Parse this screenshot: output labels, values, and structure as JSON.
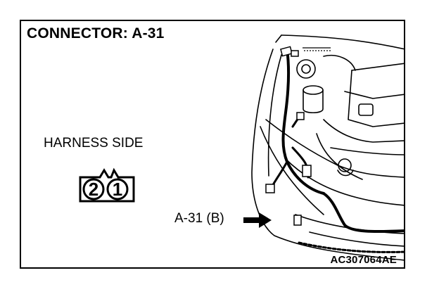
{
  "title": "CONNECTOR: A-31",
  "harness_label": "HARNESS SIDE",
  "connector": {
    "pins": [
      "2",
      "1"
    ]
  },
  "callout": "A-31 (B)",
  "figure_code": "AC307064AE"
}
